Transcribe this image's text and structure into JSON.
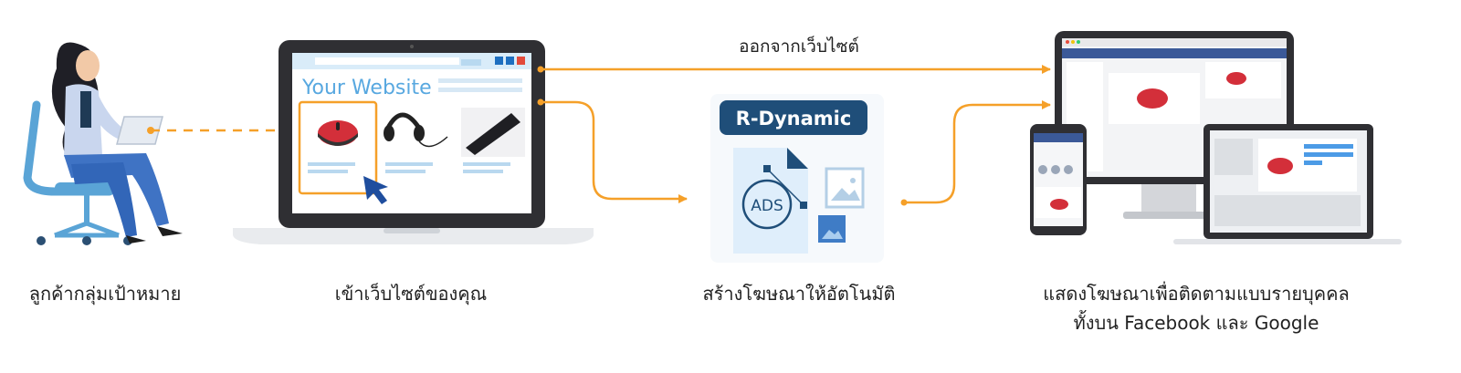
{
  "steps": {
    "customer_caption": "ลูกค้ากลุ่มเป้าหมาย",
    "visit_caption": "เข้าเว็บไซต์ของคุณ",
    "create_caption": "สร้างโฆษณาให้อัตโนมัติ",
    "show_caption_line1": "แสดงโฆษณาเพื่อติดตามแบบรายบุคคล",
    "show_caption_line2": "ทั้งบน Facebook และ Google"
  },
  "flow": {
    "leave_site_label": "ออกจากเว็บไซต์"
  },
  "website": {
    "title": "Your Website"
  },
  "engine": {
    "title": "R-Dynamic",
    "ads_label": "ADS"
  },
  "colors": {
    "accent_orange": "#f5a029",
    "navy": "#1f4e79",
    "light_blue": "#8fc2e8",
    "mouse_red": "#d32f3a"
  }
}
